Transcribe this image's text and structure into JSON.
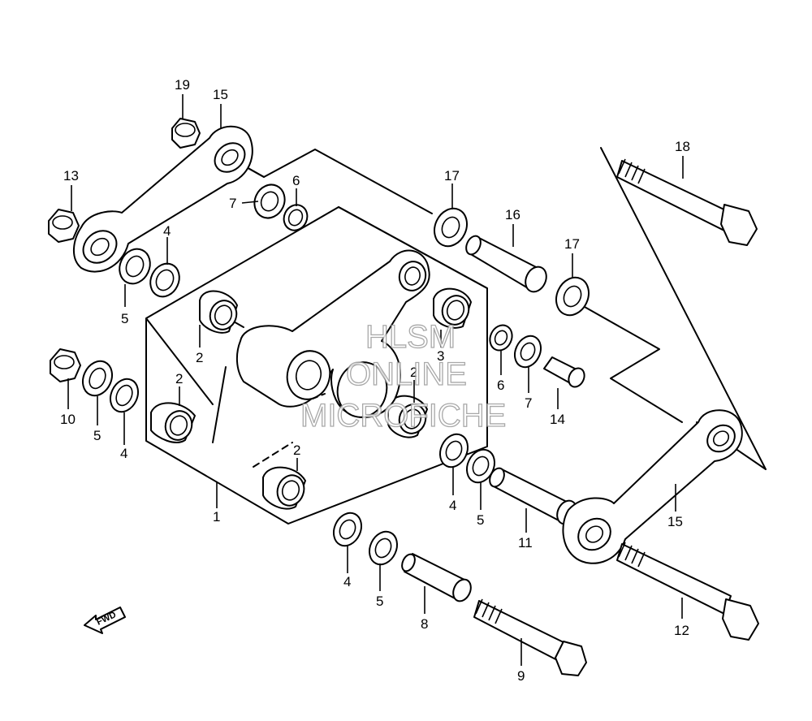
{
  "callouts": [
    {
      "id": "c19a",
      "text": "19"
    },
    {
      "id": "c15a",
      "text": "15"
    },
    {
      "id": "c13",
      "text": "13"
    },
    {
      "id": "c7a",
      "text": "7"
    },
    {
      "id": "c6a",
      "text": "6"
    },
    {
      "id": "c17a",
      "text": "17"
    },
    {
      "id": "c18",
      "text": "18"
    },
    {
      "id": "c16",
      "text": "16"
    },
    {
      "id": "c17b",
      "text": "17"
    },
    {
      "id": "c4a",
      "text": "4"
    },
    {
      "id": "c5a",
      "text": "5"
    },
    {
      "id": "c2a",
      "text": "2"
    },
    {
      "id": "c3",
      "text": "3"
    },
    {
      "id": "c6b",
      "text": "6"
    },
    {
      "id": "c7b",
      "text": "7"
    },
    {
      "id": "c2b",
      "text": "2"
    },
    {
      "id": "c14",
      "text": "14"
    },
    {
      "id": "c2c",
      "text": "2"
    },
    {
      "id": "c10",
      "text": "10"
    },
    {
      "id": "c5b",
      "text": "5"
    },
    {
      "id": "c4b",
      "text": "4"
    },
    {
      "id": "c2d",
      "text": "2"
    },
    {
      "id": "c4c",
      "text": "4"
    },
    {
      "id": "c5c",
      "text": "5"
    },
    {
      "id": "c1",
      "text": "1"
    },
    {
      "id": "c11",
      "text": "11"
    },
    {
      "id": "c15b",
      "text": "15"
    },
    {
      "id": "c4d",
      "text": "4"
    },
    {
      "id": "c5d",
      "text": "5"
    },
    {
      "id": "c8",
      "text": "8"
    },
    {
      "id": "c12",
      "text": "12"
    },
    {
      "id": "c9",
      "text": "9"
    }
  ],
  "fwd_label": "FWD",
  "watermark": [
    "HLSM",
    "ONLINE",
    "MICROFICHE"
  ]
}
